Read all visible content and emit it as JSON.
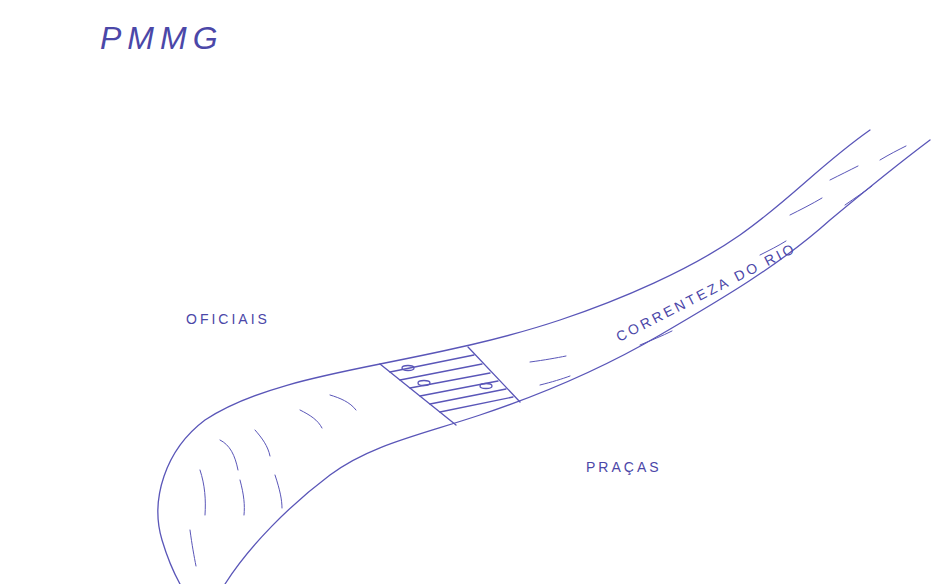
{
  "diagram": {
    "title": "PMMG",
    "labels": [
      "OFICIAIS",
      "CORRENTEZA DO RIO",
      "PRAÇAS"
    ]
  }
}
